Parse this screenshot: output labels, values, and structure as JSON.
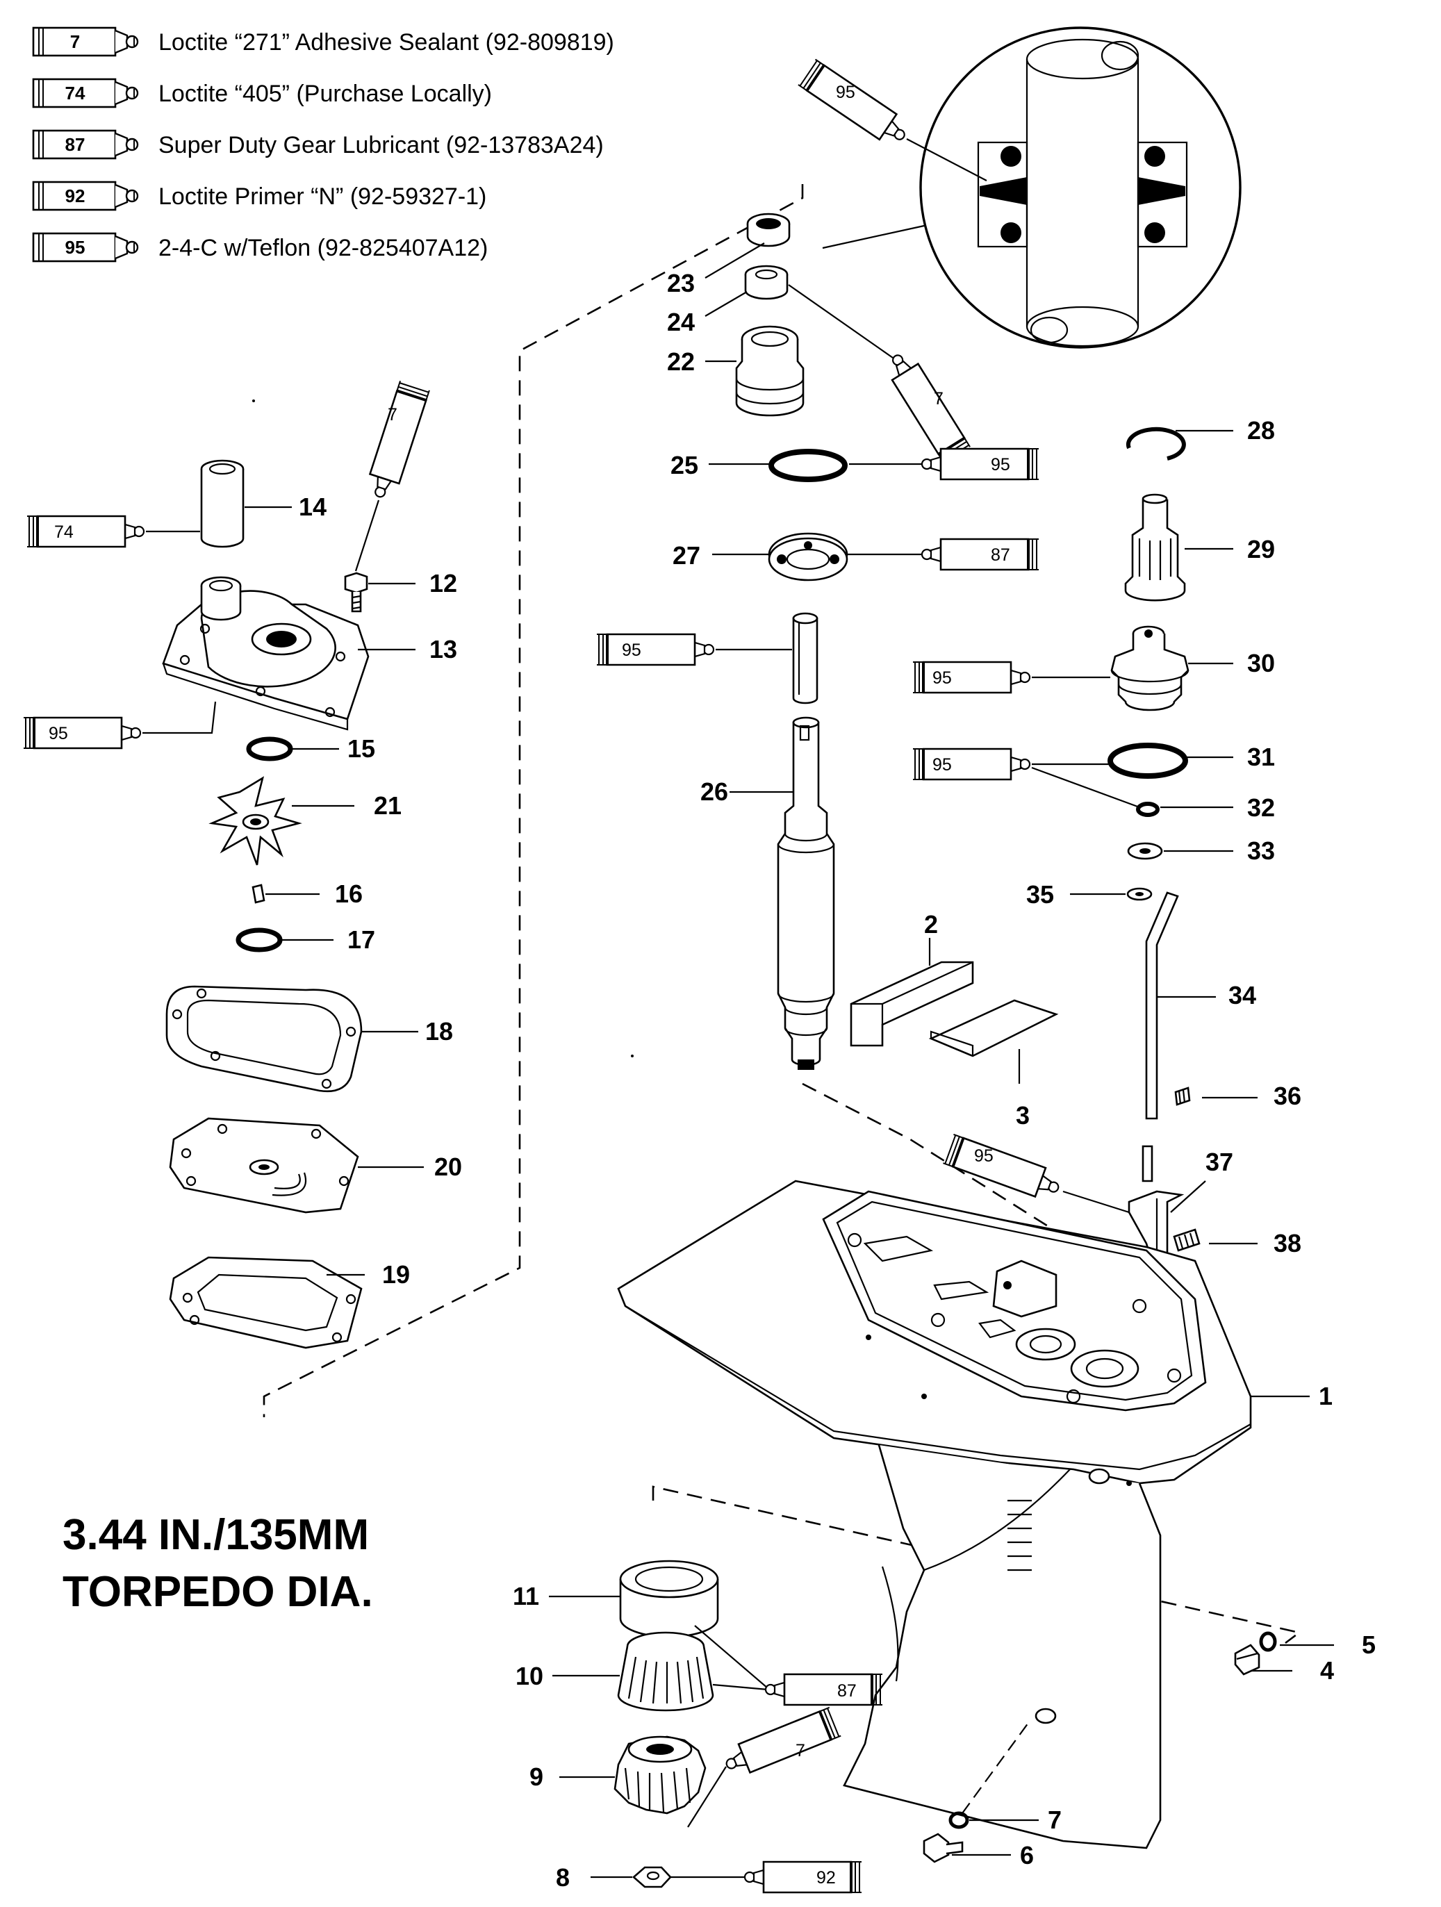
{
  "title": {
    "line1": "3.44 IN./135MM",
    "line2": "TORPEDO DIA."
  },
  "legend": [
    {
      "code": "7",
      "text": "Loctite “271” Adhesive Sealant (92-809819)"
    },
    {
      "code": "74",
      "text": "Loctite “405” (Purchase Locally)"
    },
    {
      "code": "87",
      "text": "Super Duty Gear Lubricant (92-13783A24)"
    },
    {
      "code": "92",
      "text": "Loctite Primer “N” (92-59327-1)"
    },
    {
      "code": "95",
      "text": "2-4-C w/Teflon (92-825407A12)"
    }
  ],
  "parts": {
    "p1": "1",
    "p2": "2",
    "p3": "3",
    "p4": "4",
    "p5": "5",
    "p6": "6",
    "p7": "7",
    "p8": "8",
    "p9": "9",
    "p10": "10",
    "p11": "11",
    "p12": "12",
    "p13": "13",
    "p14": "14",
    "p15": "15",
    "p16": "16",
    "p17": "17",
    "p18": "18",
    "p19": "19",
    "p20": "20",
    "p21": "21",
    "p22": "22",
    "p23": "23",
    "p24": "24",
    "p25": "25",
    "p26": "26",
    "p27": "27",
    "p28": "28",
    "p29": "29",
    "p30": "30",
    "p31": "31",
    "p32": "32",
    "p33": "33",
    "p34": "34",
    "p35": "35",
    "p36": "36",
    "p37": "37",
    "p38": "38"
  },
  "tubes": {
    "t_detail": "95",
    "t_24": "7",
    "t_25": "95",
    "t_27": "87",
    "t_26": "95",
    "t_14": "74",
    "t_12": "7",
    "t_13": "95",
    "t_30": "95",
    "t_31": "95",
    "t_37": "95",
    "t_10": "87",
    "t_9": "7",
    "t_8": "92"
  }
}
